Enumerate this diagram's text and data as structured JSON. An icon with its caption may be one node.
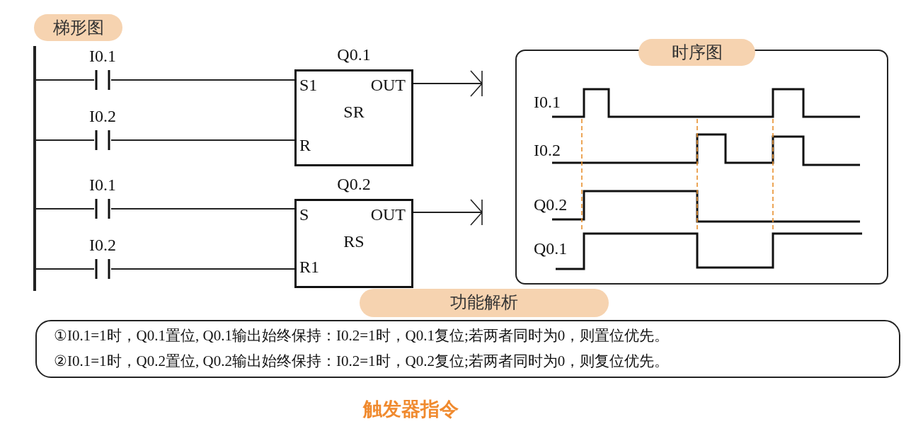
{
  "diagram": {
    "caption": "触发器指令",
    "nodes": [
      {
        "text": [
          "梯形图"
        ]
      },
      {
        "text": [],
        "shape": "bar"
      },
      {
        "text": [
          "I0.1"
        ]
      },
      {
        "text": [
          "I0.2"
        ]
      },
      {
        "text": [
          "Q0.1",
          "S1",
          "OUT",
          "SR",
          "R"
        ]
      },
      {
        "text": [
          "I0.1"
        ]
      },
      {
        "text": [
          "I0.2"
        ]
      },
      {
        "text": [
          "Q0.2",
          "S",
          "OUT",
          "RS",
          "R1"
        ]
      },
      {
        "text": [
          "时序图"
        ]
      },
      {
        "text": [
          "功能解析",
          "①I0.1=1时，Q0.1置位, Q0.1输出始终保持：I0.2=1时，Q0.1复位;若两者同时为0，则置位优先。",
          "②I0.1=1时，Q0.2置位, Q0.2输出始终保持：I0.2=1时，Q0.2复位;若两者同时为0，则复位优先。"
        ]
      }
    ],
    "edges": [
      {
        "from": 1,
        "to": 2,
        "arrow": "none"
      },
      {
        "from": 2,
        "to": 4,
        "arrow": "none"
      },
      {
        "from": 1,
        "to": 3,
        "arrow": "none"
      },
      {
        "from": 3,
        "to": 4,
        "arrow": "none"
      },
      {
        "from": 4,
        "to": null,
        "arrow": "to"
      },
      {
        "from": 1,
        "to": 5,
        "arrow": "none"
      },
      {
        "from": 5,
        "to": 7,
        "arrow": "none"
      },
      {
        "from": 1,
        "to": 6,
        "arrow": "none"
      },
      {
        "from": 6,
        "to": 7,
        "arrow": "none"
      },
      {
        "from": 7,
        "to": null,
        "arrow": "to"
      }
    ],
    "labels": [
      "I0.1",
      "I0.2",
      "Q0.2",
      "Q0.1"
    ]
  }
}
